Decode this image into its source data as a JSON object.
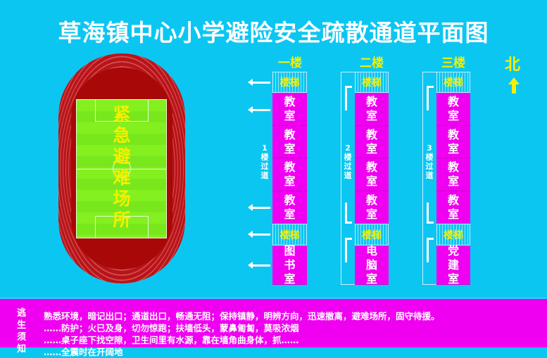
{
  "title": "草海镇中心小学避险安全疏散通道平面图",
  "field": {
    "label": "紧急避难场所"
  },
  "north": {
    "label": "北"
  },
  "floors": [
    {
      "label": "一楼",
      "corridor": [
        "1",
        "楼",
        "过",
        "道"
      ],
      "stairs": [
        "楼梯",
        "楼梯"
      ],
      "rooms": [
        "教室",
        "教室",
        "教室",
        "教室"
      ],
      "bottom_room": "图书室"
    },
    {
      "label": "二楼",
      "corridor": [
        "2",
        "楼",
        "过",
        "道"
      ],
      "stairs": [
        "楼梯",
        "楼梯"
      ],
      "rooms": [
        "教室",
        "教室",
        "教室",
        "教室"
      ],
      "bottom_room": "电脑室"
    },
    {
      "label": "三楼",
      "corridor": [
        "3",
        "楼",
        "过",
        "道"
      ],
      "stairs": [
        "楼梯",
        "楼梯"
      ],
      "rooms": [
        "教室",
        "教室",
        "教室",
        "教室"
      ],
      "bottom_room": "党建室"
    }
  ],
  "notice": {
    "side": "逃生须知",
    "lines": [
      "熟悉环境，暗记出口；通道出口，畅通无阻；保持镇静，明辨方向，迅速撤离，避难场所，固守待援。",
      "……防护；火已及身，切勿惊跑；扶墙低头，蒙鼻匍匐，莫吸浓烟",
      "……桌子座下找空隙，卫生间里有水源，靠在墙角曲身体，抓……",
      "……全震时在开阔地"
    ]
  }
}
